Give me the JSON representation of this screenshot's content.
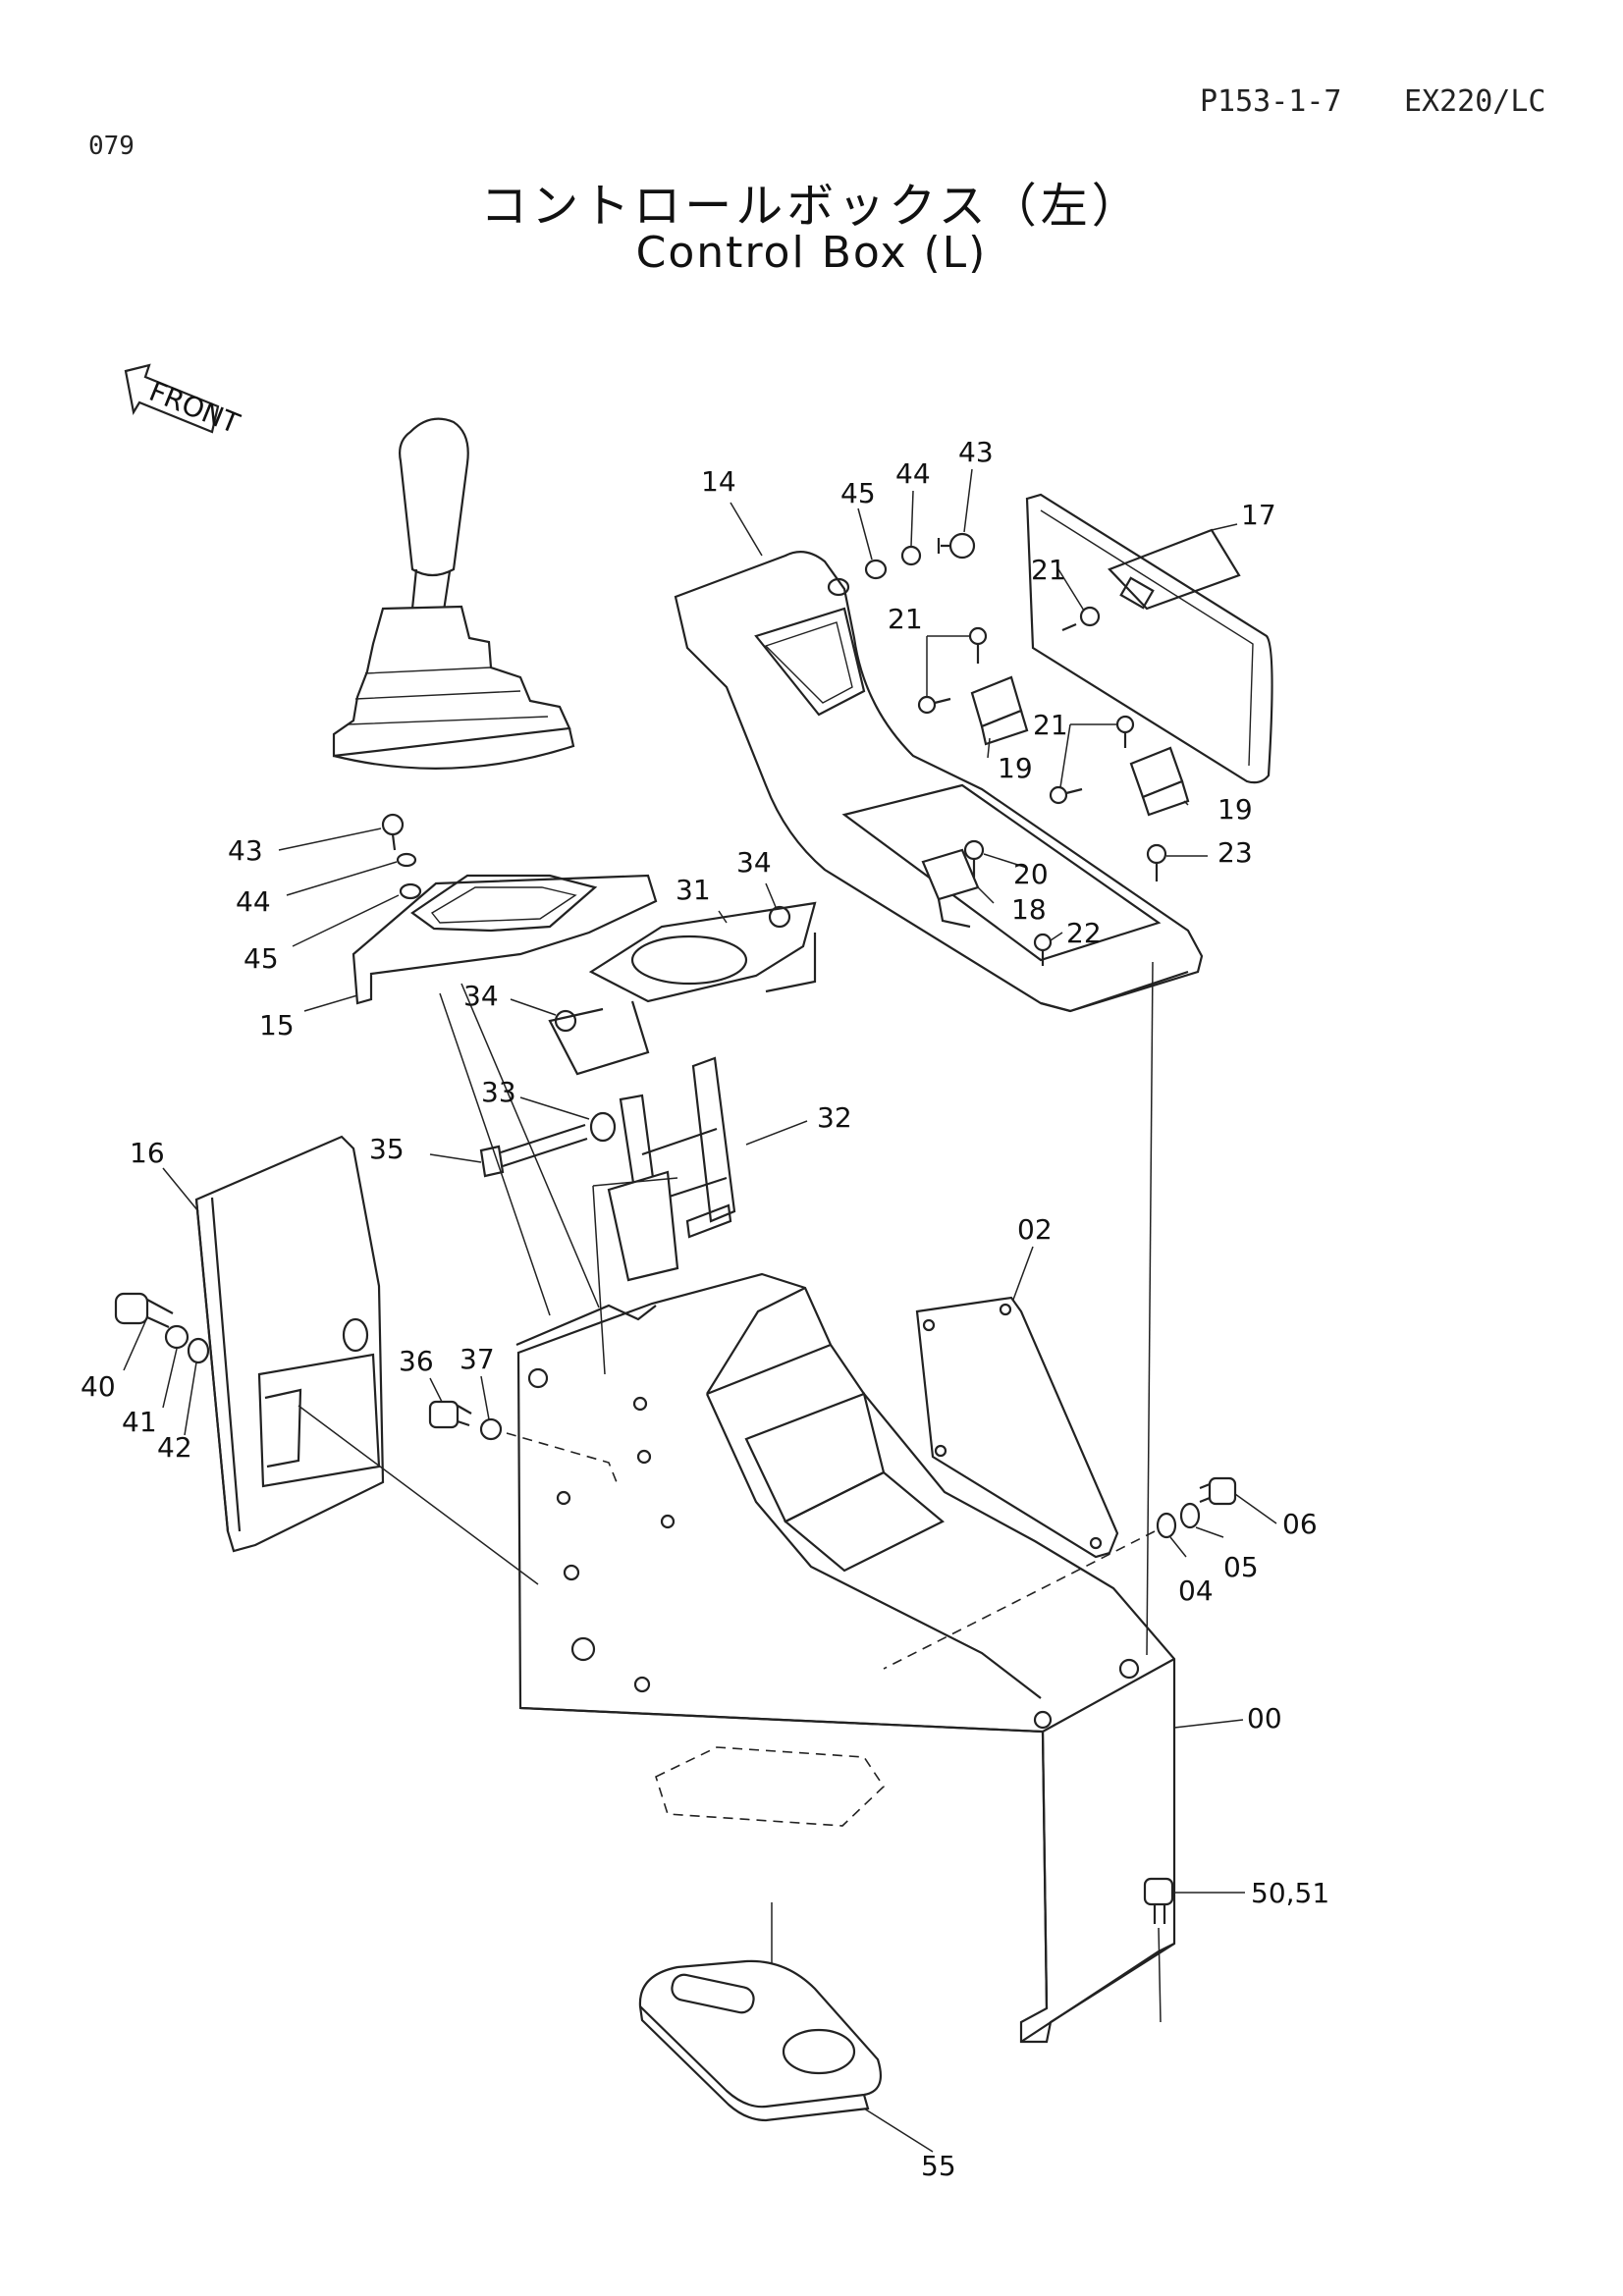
{
  "header": {
    "page_code": "P153-1-7",
    "model": "EX220/LC",
    "page_number": "079"
  },
  "title": {
    "japanese": "コントロールボックス（左）",
    "english": "Control Box (L)"
  },
  "front_arrow_label": "FRONT",
  "callouts": {
    "c00": "00",
    "c02": "02",
    "c04": "04",
    "c05": "05",
    "c06": "06",
    "c14": "14",
    "c15": "15",
    "c16": "16",
    "c17": "17",
    "c18": "18",
    "c19a": "19",
    "c19b": "19",
    "c20": "20",
    "c21a": "21",
    "c21b": "21",
    "c21c": "21",
    "c22": "22",
    "c23": "23",
    "c31": "31",
    "c32": "32",
    "c33": "33",
    "c34a": "34",
    "c34b": "34",
    "c35": "35",
    "c36": "36",
    "c37": "37",
    "c40": "40",
    "c41": "41",
    "c42": "42",
    "c43a": "43",
    "c43b": "43",
    "c44a": "44",
    "c44b": "44",
    "c45a": "45",
    "c45b": "45",
    "c50": "50,51",
    "c55": "55"
  }
}
